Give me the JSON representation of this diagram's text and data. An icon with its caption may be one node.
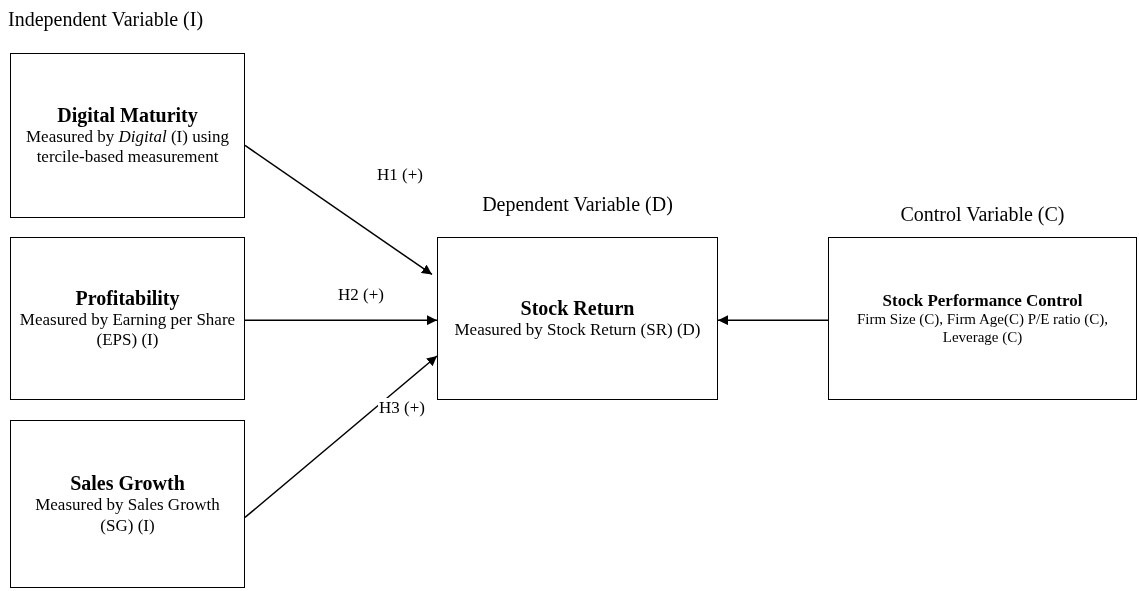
{
  "diagram": {
    "nodes": [
      {
        "text": [
          "Digital Maturity",
          "Measured by *Digital* (I) using tercile-based measurement"
        ]
      },
      {
        "text": [
          "Profitability",
          "Measured by Earning per Share (EPS) (I)"
        ]
      },
      {
        "text": [
          "Sales Growth",
          "Measured by Sales Growth (SG) (I)"
        ]
      },
      {
        "text": [
          "Dependent Variable (D)",
          "Stock Return",
          "Measured by Stock Return (SR) (D)"
        ]
      },
      {
        "text": [
          "Control Variable (C)",
          "Stock Performance Control",
          "Firm Size (C), Firm Age(C) P/E ratio (C), Leverage (C)"
        ]
      }
    ],
    "edges": [
      {
        "from": 0,
        "to": 3,
        "arrow": "to",
        "label": "H1 (+)"
      },
      {
        "from": 1,
        "to": 3,
        "arrow": "to",
        "label": "H2 (+)"
      },
      {
        "from": 2,
        "to": 3,
        "arrow": "to",
        "label": "H3 (+)"
      },
      {
        "from": 4,
        "to": 3,
        "arrow": "to"
      }
    ],
    "labels": [
      "Independent Variable (I)"
    ]
  }
}
